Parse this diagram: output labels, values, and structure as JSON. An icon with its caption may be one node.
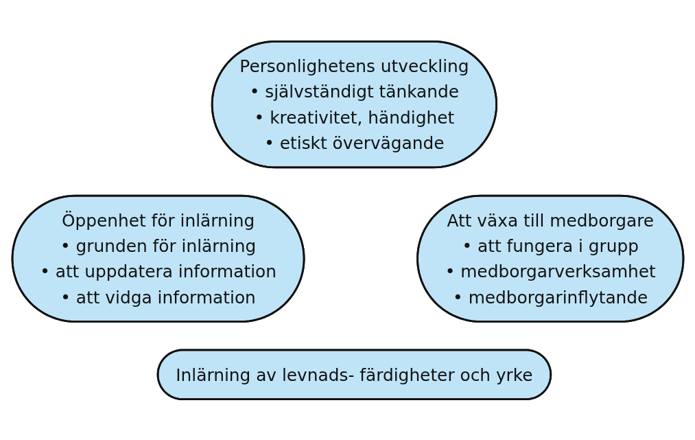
{
  "diagram": {
    "nodes": [
      {
        "text": [
          "Personlighetens utveckling",
          "• självständigt tänkande",
          "• kreativitet, händighet",
          "• etiskt övervägande"
        ]
      },
      {
        "text": [
          "Öppenhet för inlärning",
          "• grunden för inlärning",
          "• att uppdatera information",
          "• att vidga information"
        ]
      },
      {
        "text": [
          "Att växa till medborgare",
          "• att fungera i grupp",
          "• medborgarverksamhet",
          "• medborgarinflytande"
        ]
      },
      {
        "text": [
          "Inlärning av levnads- färdigheter och yrke"
        ]
      }
    ],
    "edges": []
  }
}
